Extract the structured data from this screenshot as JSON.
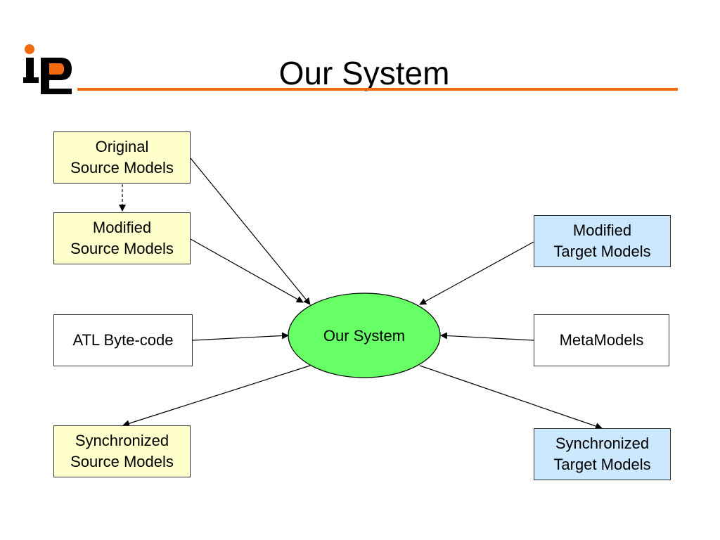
{
  "slide": {
    "title": "Our System"
  },
  "colors": {
    "accent": "#f26a0f",
    "source_box": "#ffffcc",
    "target_box": "#cce8ff",
    "system_node": "#66ff66"
  },
  "logo": {
    "icon": "ip-logo-icon"
  },
  "nodes": {
    "original_source": "Original\nSource Models",
    "modified_source": "Modified\nSource Models",
    "atl_bytecode": "ATL Byte-code",
    "synchronized_source": "Synchronized\nSource Models",
    "modified_target": "Modified\nTarget Models",
    "metamodels": "MetaModels",
    "synchronized_target": "Synchronized\nTarget Models",
    "system": "Our System"
  }
}
